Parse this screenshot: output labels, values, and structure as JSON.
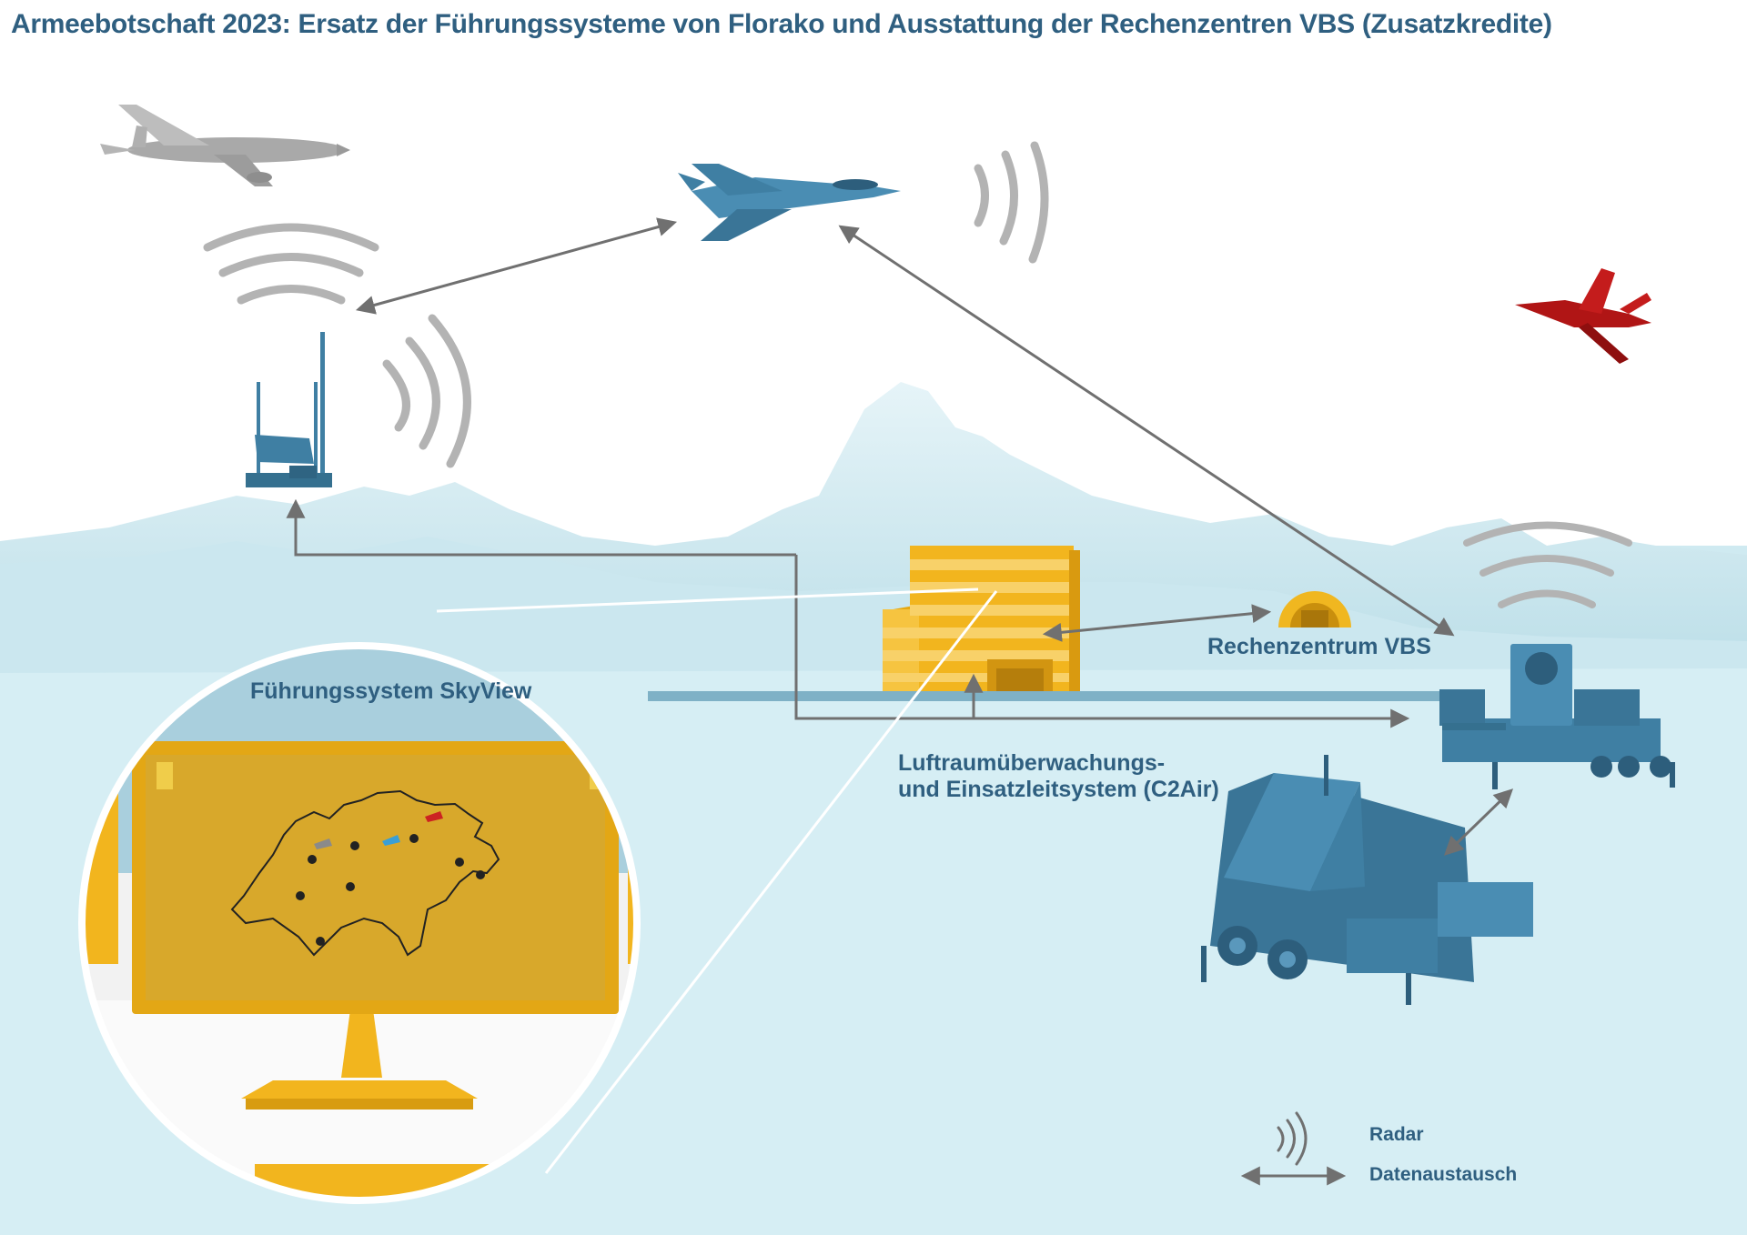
{
  "title": "Armeebotschaft 2023: Ersatz der Führungssysteme von Florako und Ausstattung der Rechenzentren VBS (Zusatzkredite)",
  "labels": {
    "rechenzentrum": "Rechenzentrum VBS",
    "c2air_line1": "Luftraumüberwachungs-",
    "c2air_line2": "und Einsatzleitsystem (C2Air)",
    "skyview": "Führungssystem SkyView"
  },
  "legend": {
    "radar": "Radar",
    "datenaustausch": "Datenaustausch"
  },
  "icons": {
    "airliner": "airliner-icon",
    "fighter_blue": "fighter-jet-icon",
    "fighter_red": "hostile-jet-icon",
    "radar_station": "radar-station-icon",
    "building": "command-building-icon",
    "datacenter": "datacenter-bunker-icon",
    "radar_vehicle": "radar-vehicle-icon",
    "launcher": "missile-launcher-icon",
    "monitor": "monitor-icon"
  },
  "colors": {
    "title": "#2f5f80",
    "terrain": "#c6e6ee",
    "equipment": "#3f7fa3",
    "building": "#f2b51e",
    "arrows": "#707070",
    "radar_waves": "#b3b3b3",
    "hostile": "#b01515"
  }
}
